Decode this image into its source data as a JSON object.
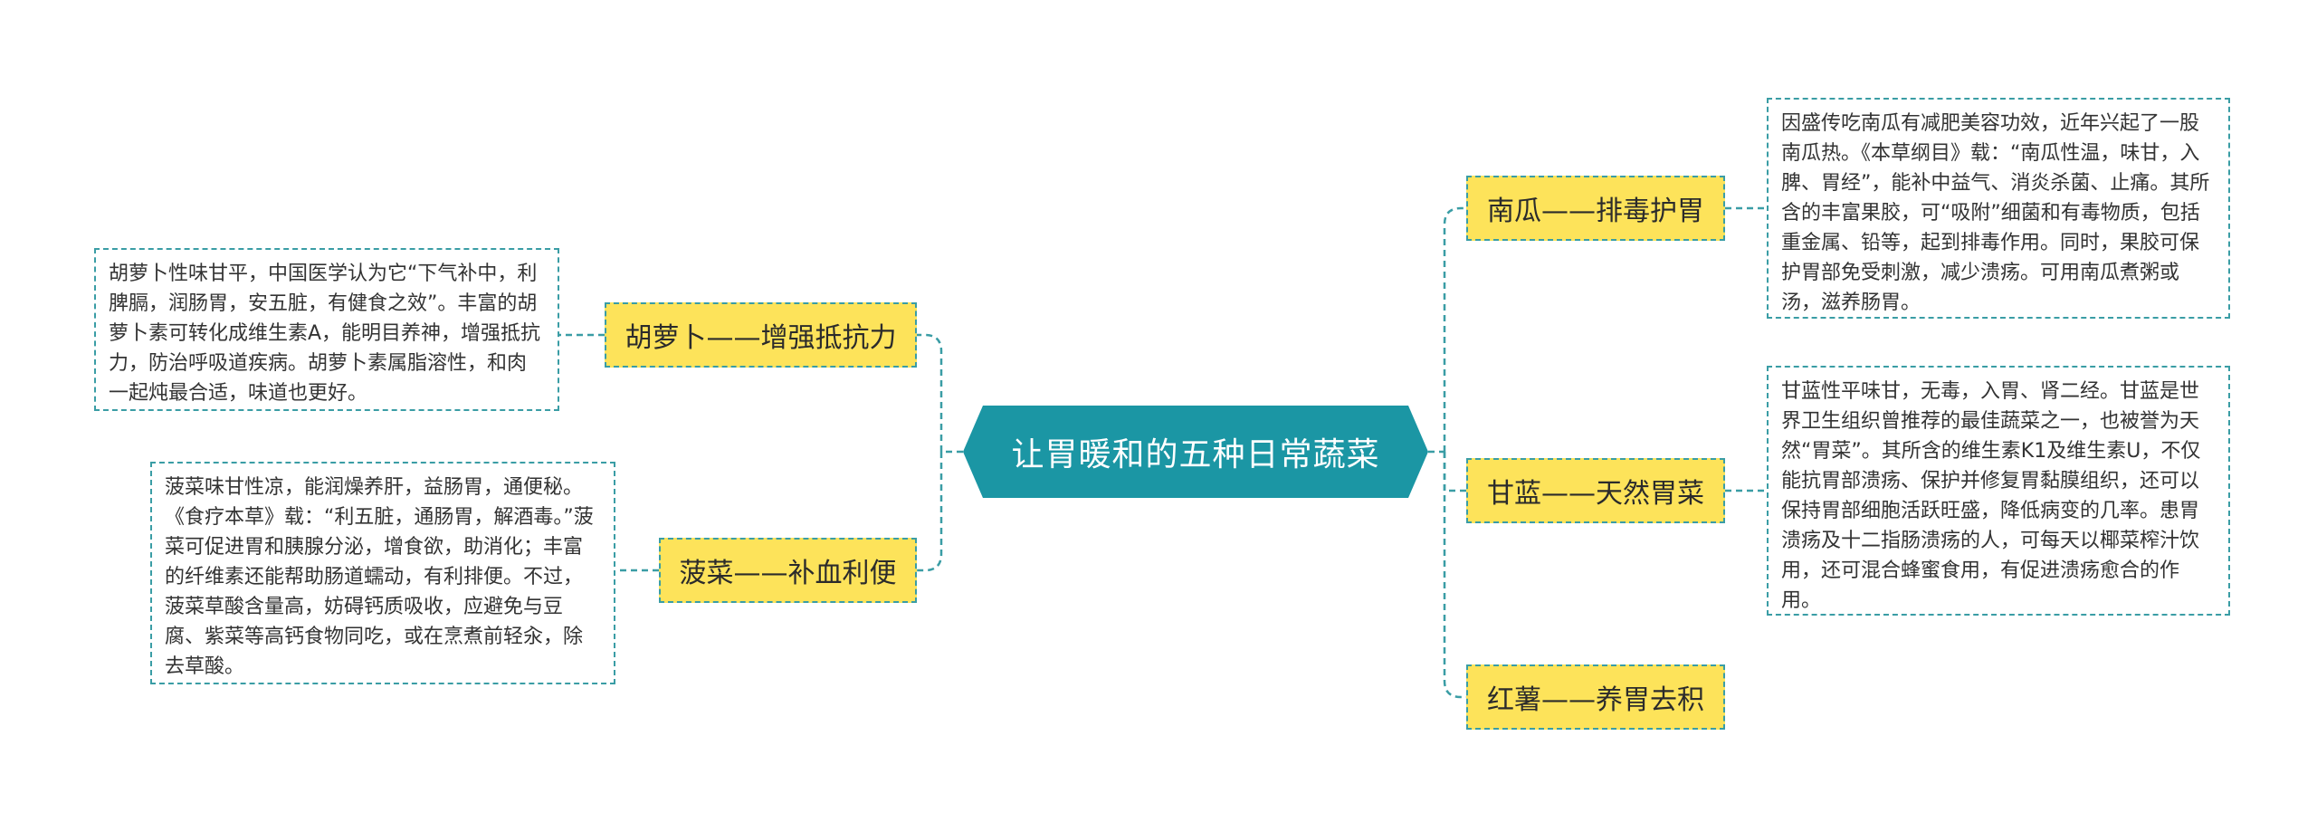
{
  "title": "让胃暖和的五种日常蔬菜",
  "colors": {
    "root_fill": "#1b96a4",
    "topic_fill": "#fde35a",
    "line": "#3a9da5"
  },
  "branches": [
    {
      "label": "胡萝卜——增强抵抗力",
      "note": "胡萝卜性味甘平，中国医学认为它“下气补中，利脾膈，润肠胃，安五脏，有健食之效”。丰富的胡萝卜素可转化成维生素A，能明目养神，增强抵抗力，防治呼吸道疾病。胡萝卜素属脂溶性，和肉一起炖最合适，味道也更好。"
    },
    {
      "label": "菠菜——补血利便",
      "note": "菠菜味甘性凉，能润燥养肝，益肠胃，通便秘。《食疗本草》载：“利五脏，通肠胃，解酒毒。”菠菜可促进胃和胰腺分泌，增食欲，助消化；丰富的纤维素还能帮助肠道蠕动，有利排便。不过，菠菜草酸含量高，妨碍钙质吸收，应避免与豆腐、紫菜等高钙食物同吃，或在烹煮前轻汆，除去草酸。"
    },
    {
      "label": "南瓜——排毒护胃",
      "note": "因盛传吃南瓜有减肥美容功效，近年兴起了一股南瓜热。《本草纲目》载：“南瓜性温，味甘，入脾、胃经”，能补中益气、消炎杀菌、止痛。其所含的丰富果胶，可“吸附”细菌和有毒物质，包括重金属、铅等，起到排毒作用。同时，果胶可保护胃部免受刺激，减少溃疡。可用南瓜煮粥或汤，滋养肠胃。"
    },
    {
      "label": "甘蓝——天然胃菜",
      "note": "甘蓝性平味甘，无毒，入胃、肾二经。甘蓝是世界卫生组织曾推荐的最佳蔬菜之一，也被誉为天然“胃菜”。其所含的维生素K1及维生素U，不仅能抗胃部溃疡、保护并修复胃黏膜组织，还可以保持胃部细胞活跃旺盛，降低病变的几率。患胃溃疡及十二指肠溃疡的人，可每天以椰菜榨汁饮用，还可混合蜂蜜食用，有促进溃疡愈合的作用。"
    },
    {
      "label": "红薯——养胃去积"
    }
  ]
}
